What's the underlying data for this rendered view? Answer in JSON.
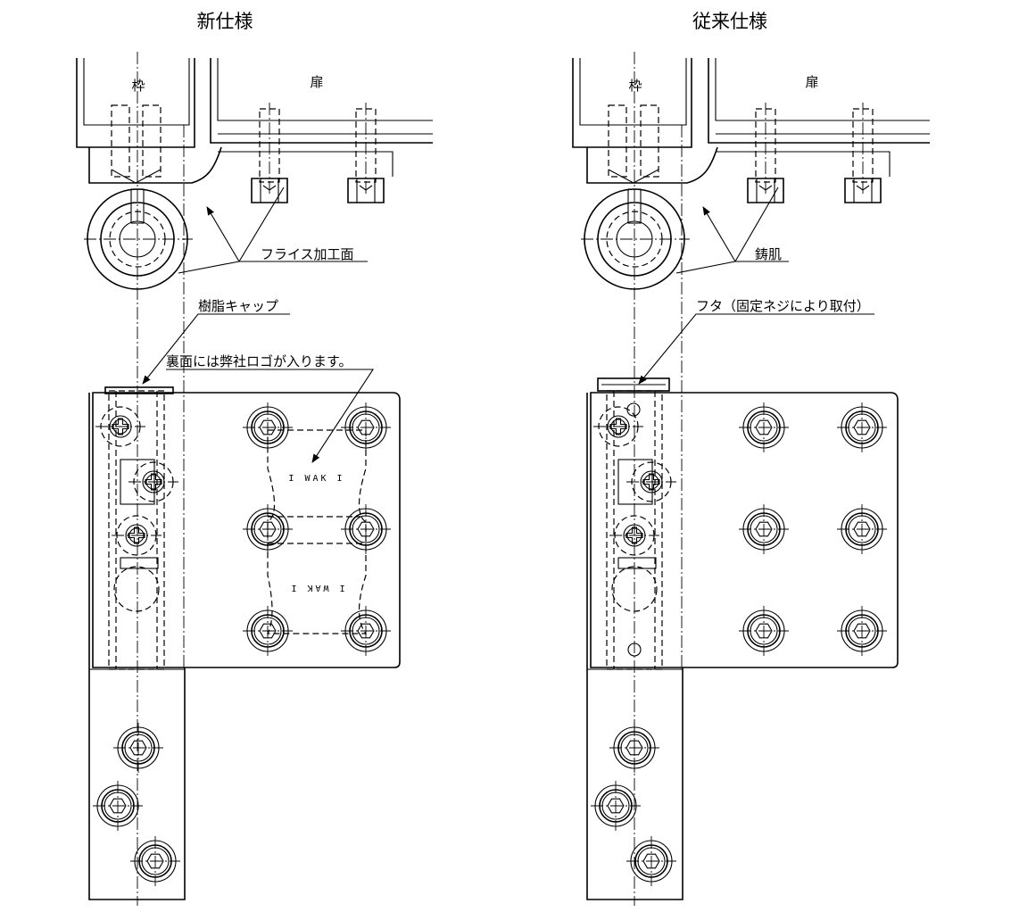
{
  "titles": {
    "new_spec": "新仕様",
    "old_spec": "従来仕様"
  },
  "labels": {
    "frame": "枠",
    "door": "扉"
  },
  "new_spec": {
    "surface_note": "フライス加工面",
    "cap_note": "樹脂キャップ",
    "logo_note": "裏面には弊社ロゴが入ります。",
    "logo_text": "I WAK I"
  },
  "old_spec": {
    "surface_note": "鋳肌",
    "lid_note": "フタ（固定ネジにより取付）"
  }
}
